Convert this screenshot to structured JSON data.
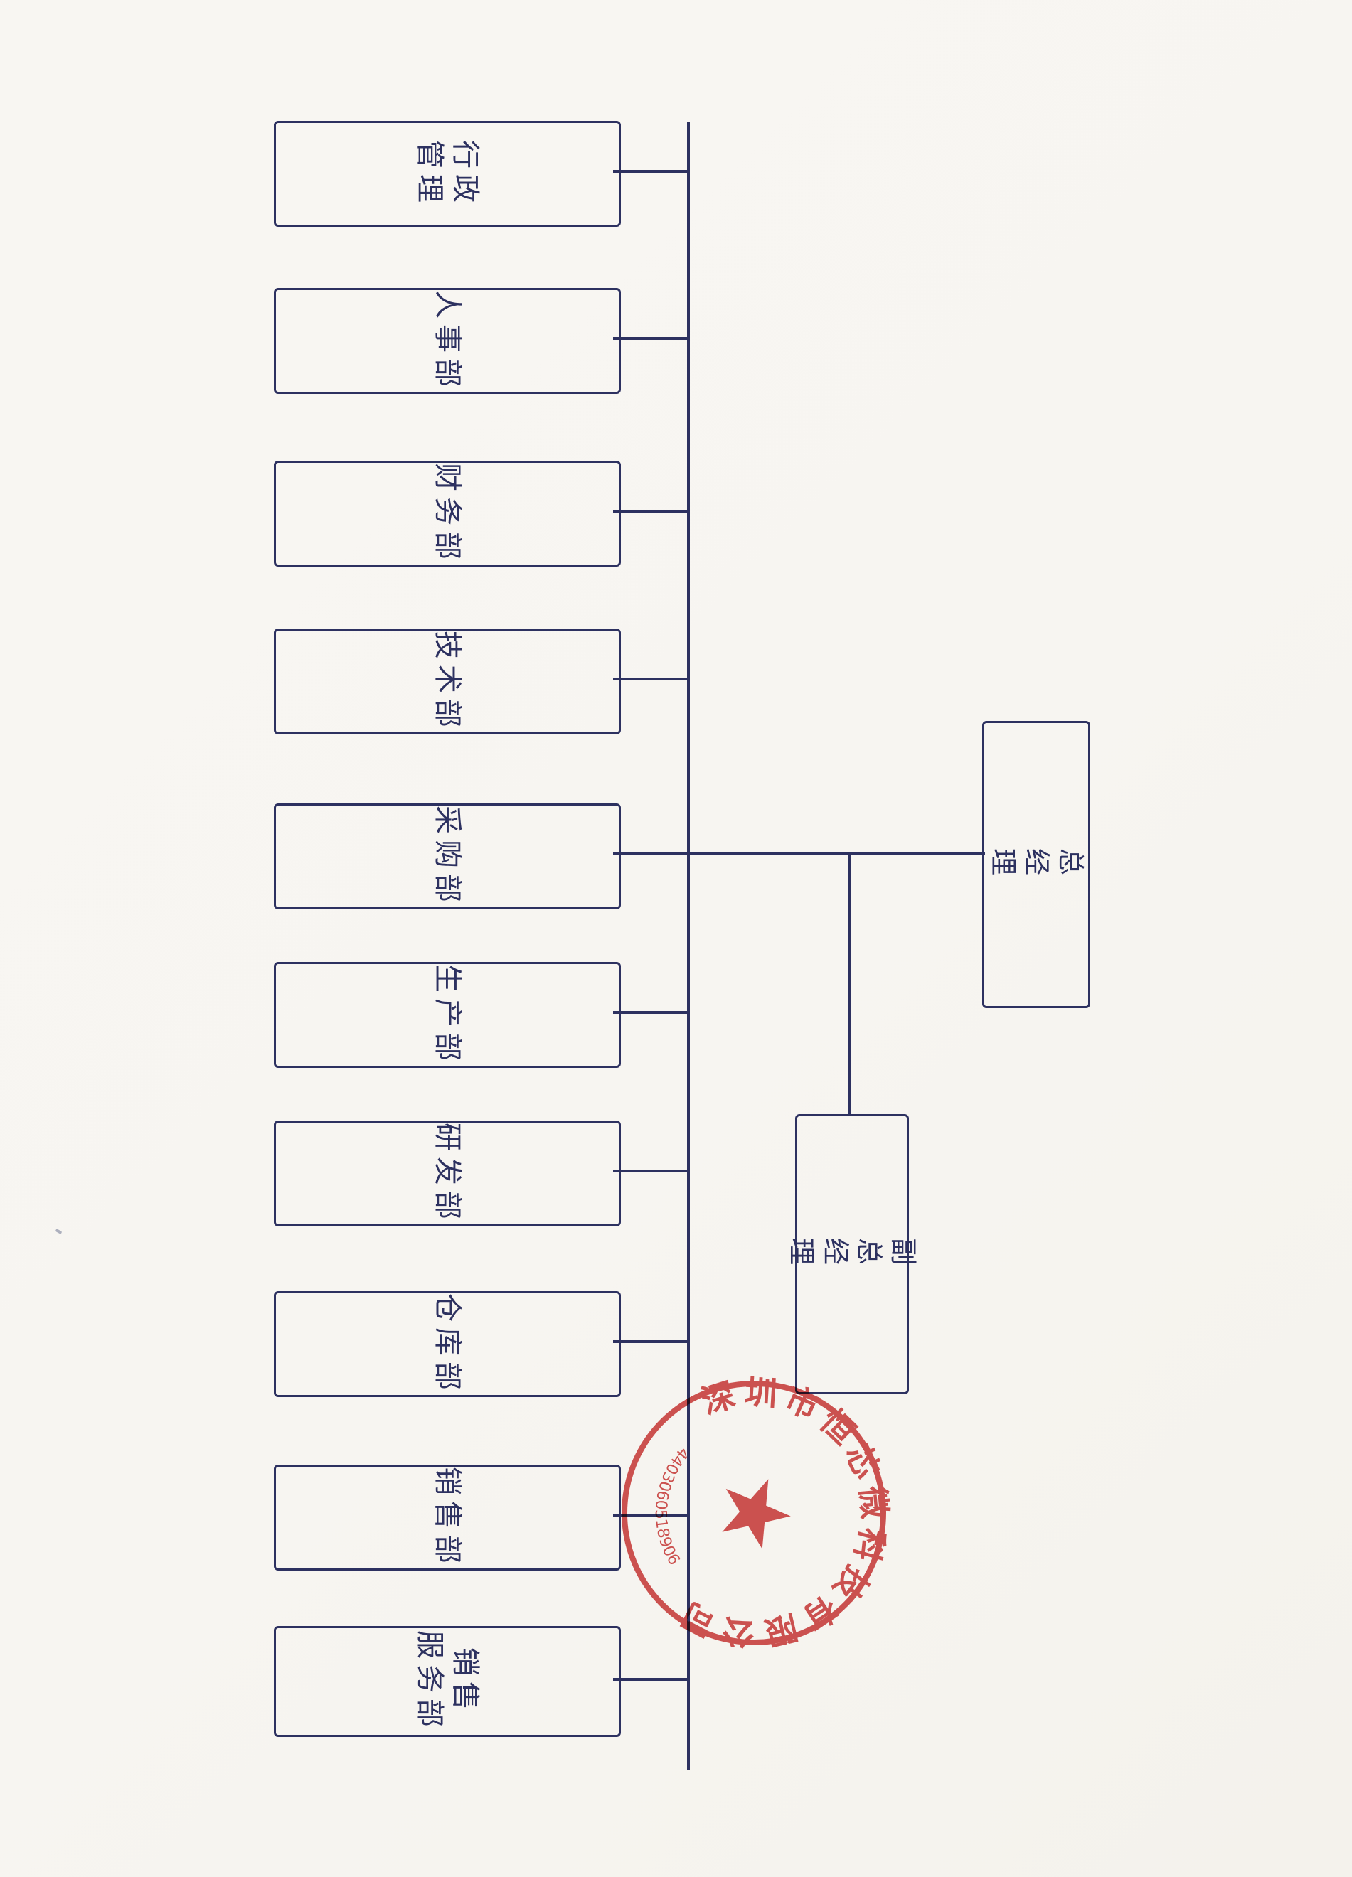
{
  "palette": {
    "ink": "#2d3160",
    "paper": "#f7f5f1",
    "seal_red": "#d04545"
  },
  "org_chart": {
    "general_manager": "总经理",
    "deputy_general_manager": "副总经理",
    "departments": [
      {
        "label": "行政\n管理"
      },
      {
        "label": "人事部"
      },
      {
        "label": "财务部"
      },
      {
        "label": "技术部"
      },
      {
        "label": "采购部"
      },
      {
        "label": "生产部"
      },
      {
        "label": "研发部"
      },
      {
        "label": "仓库部"
      },
      {
        "label": "销售部"
      },
      {
        "label": "销售\n服务部"
      }
    ]
  },
  "stamp": {
    "company": "深圳市恒芯微科技有限公司",
    "number": "4403060518906",
    "star_icon": "★"
  }
}
